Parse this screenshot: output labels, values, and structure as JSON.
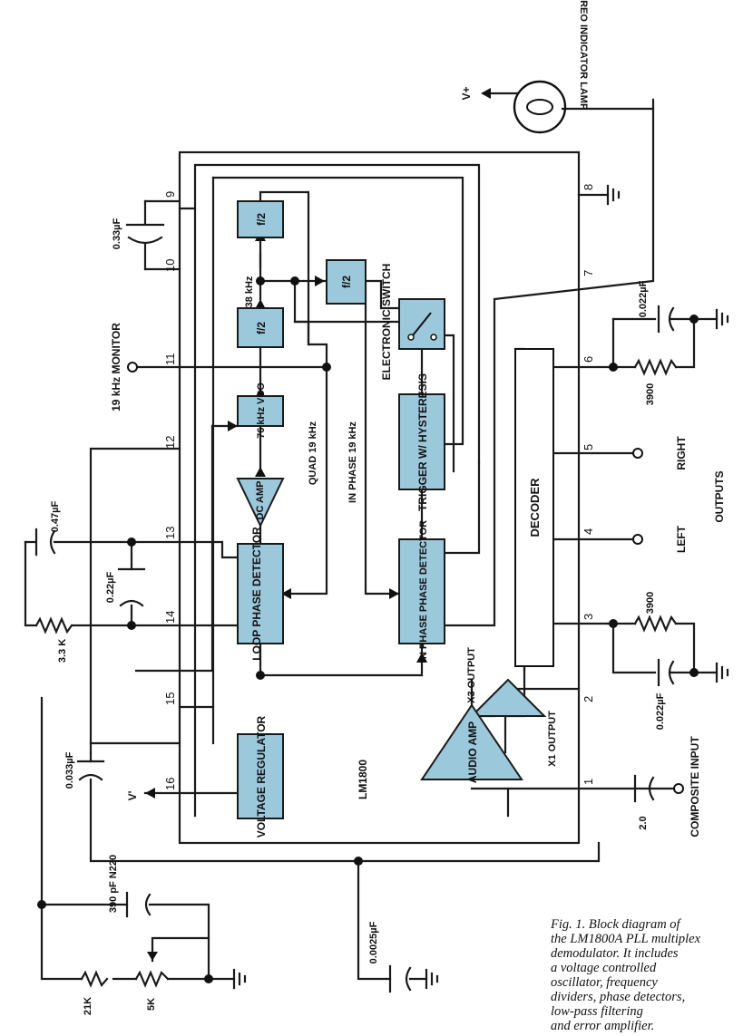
{
  "chip_label": "LM1800",
  "blocks": {
    "loop_phase_detector": "LOOP PHASE DETECTOR",
    "dc_amp": "DC AMP",
    "vco": "76 kHz VCO",
    "div1": "f/2",
    "div2": "f/2",
    "div3": "f/2",
    "trigger": "TRIGGER W/ HYSTERESIS",
    "in_phase_detector": "IN PHASE PHASE DETECTOR",
    "electronic_switch": "ELECTRONIC SWITCH",
    "decoder": "DECODER",
    "audio_amp": "AUDIO AMP",
    "voltage_regulator": "VOLTAGE REGULATOR"
  },
  "pins": [
    "1",
    "2",
    "3",
    "4",
    "5",
    "6",
    "7",
    "8",
    "9",
    "10",
    "11",
    "12",
    "13",
    "14",
    "15",
    "16"
  ],
  "signals": {
    "quad": "QUAD 19 kHz",
    "in_phase": "IN PHASE 19 kHz",
    "f38": "38 kHz",
    "monitor": "19 kHz MONITOR",
    "x3": "X3 OUTPUT",
    "x1": "X1 OUTPUT",
    "right": "RIGHT",
    "left": "LEFT",
    "outputs": "OUTPUTS",
    "composite": "COMPOSITE INPUT",
    "lamp": "STEREO INDICATOR LAMP",
    "vplus": "V+",
    "vprime": "V'"
  },
  "components": {
    "c_033": "0.33µF",
    "c_022_top": "0.022µF",
    "c_047": "0.47µF",
    "c_022_mid": "0.22µF",
    "r_33k": "3.3 K",
    "r_3900_top": "3900",
    "r_3900_bot": "3900",
    "c_022_bot": "0.022µF",
    "c_0033": "0.033µF",
    "c_20": "2.0",
    "c_390": "390 pF N220",
    "c_00025": "0.0025µF",
    "r_21k": "21K",
    "r_5k": "5K"
  },
  "caption": [
    "Fig. 1. Block diagram of",
    "the LM1800A PLL multiplex",
    "demodulator. It includes",
    "a voltage controlled",
    "oscillator, frequency",
    "dividers, phase detectors,",
    "low-pass filtering",
    "and error amplifier."
  ]
}
